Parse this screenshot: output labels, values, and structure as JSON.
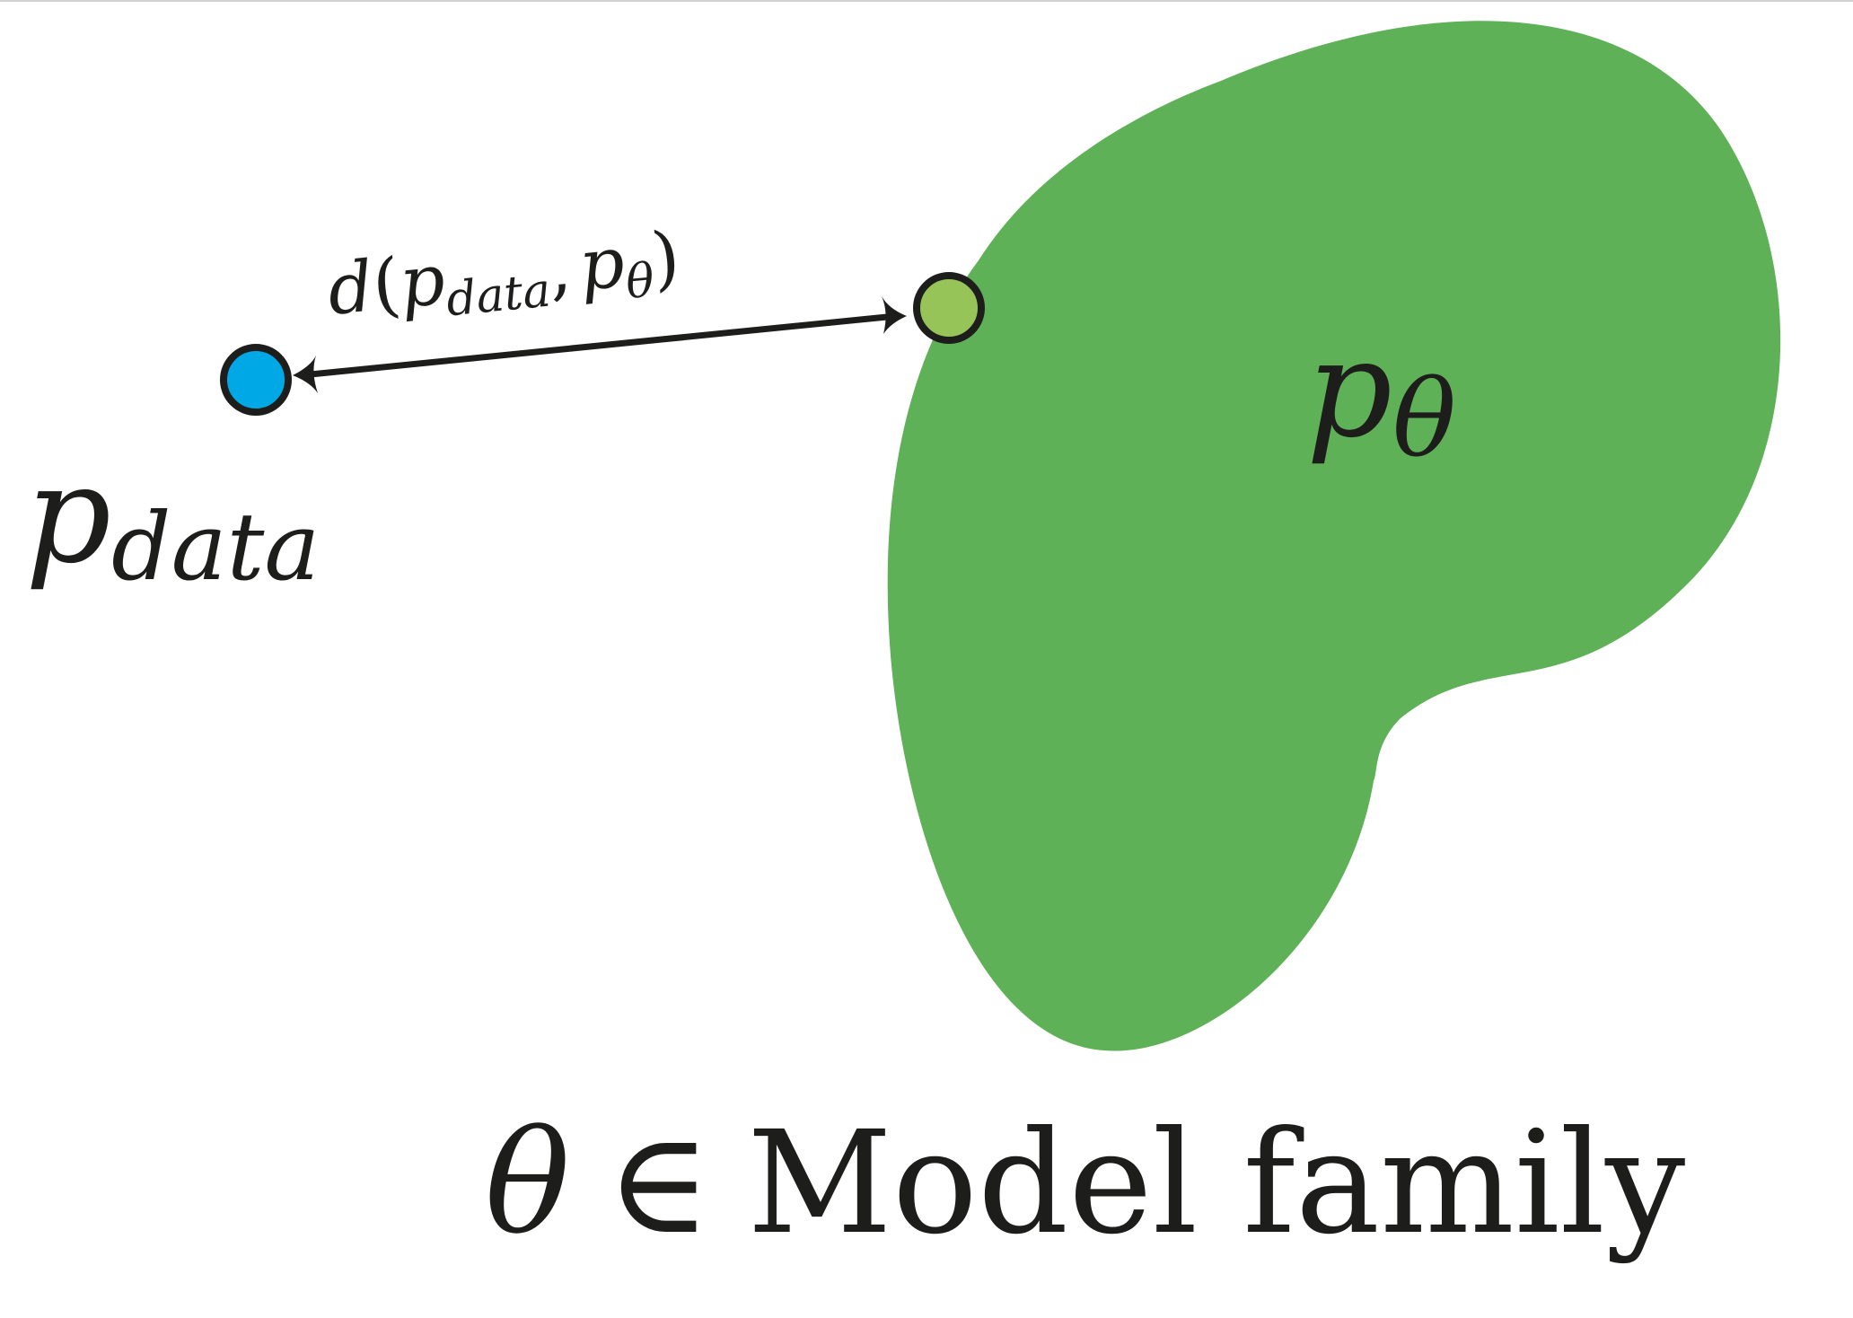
{
  "diagram": {
    "colors": {
      "model_family_fill": "#5fb157",
      "data_point_fill": "#00a8e6",
      "model_point_fill": "#97c458",
      "stroke": "#1d1d1b",
      "background": "#ffffff"
    },
    "labels": {
      "p_symbol": "p",
      "data_subscript": "data",
      "theta_subscript": "θ",
      "distance_d": "d",
      "open_paren": "(",
      "comma": ",",
      "close_paren": ")",
      "theta": "θ",
      "element_of": "∈",
      "model_family_text": "Model family"
    }
  }
}
